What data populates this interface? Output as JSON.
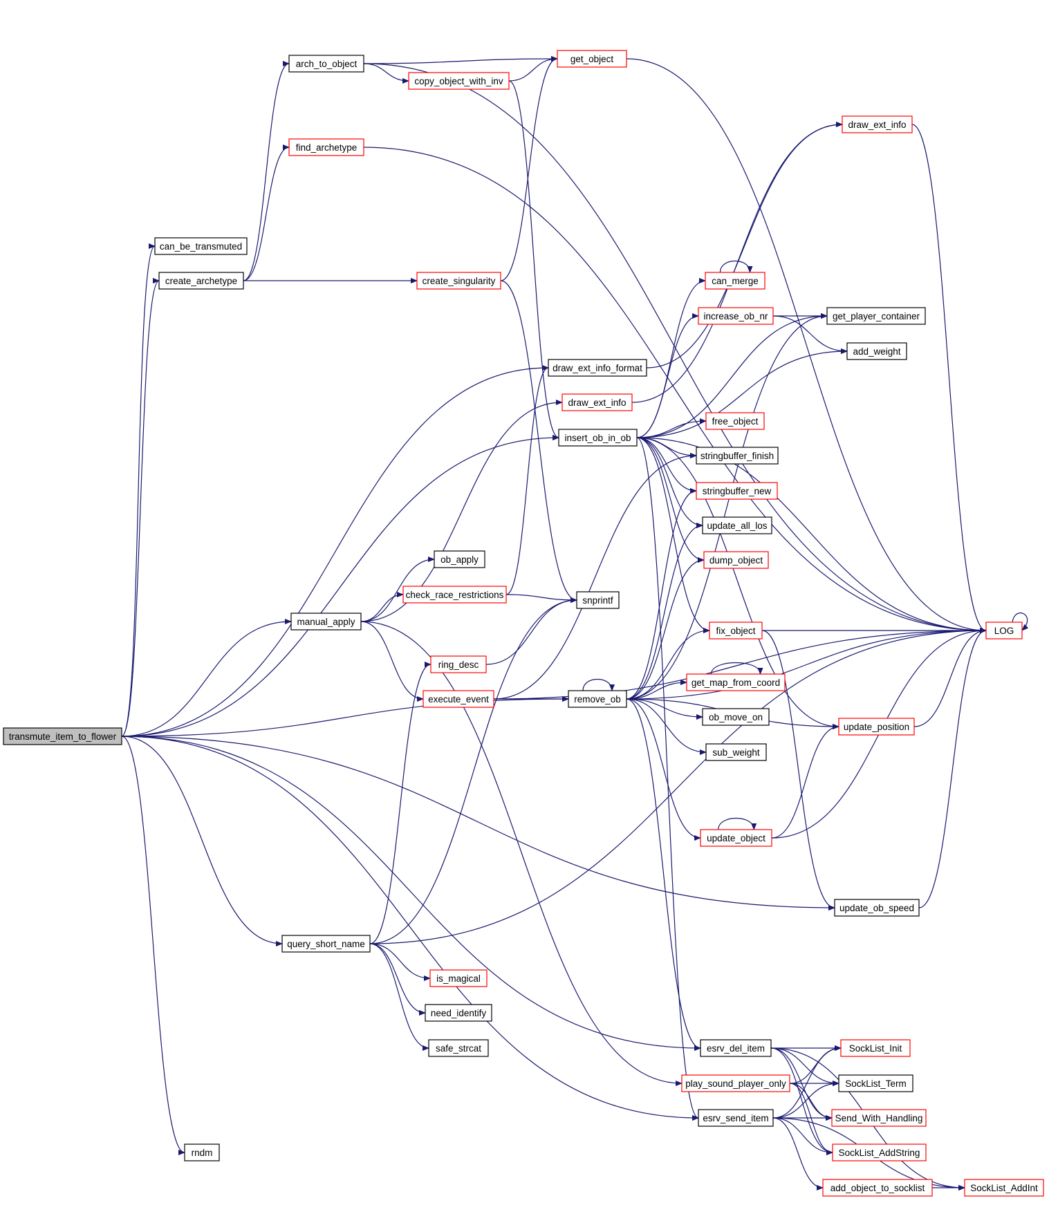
{
  "title": "transmute_item_to_flower call graph",
  "colors": {
    "edge": "#191970",
    "root_fill": "#bfbfbf",
    "border_normal": "#000000",
    "border_truncated": "#ff0000"
  },
  "nodes": [
    {
      "id": "transmute_item_to_flower",
      "label": "transmute_item_to_flower",
      "style": "root"
    },
    {
      "id": "can_be_transmuted",
      "label": "can_be_transmuted",
      "style": "normal"
    },
    {
      "id": "create_archetype",
      "label": "create_archetype",
      "style": "normal"
    },
    {
      "id": "arch_to_object",
      "label": "arch_to_object",
      "style": "normal"
    },
    {
      "id": "find_archetype",
      "label": "find_archetype",
      "style": "truncated"
    },
    {
      "id": "copy_object_with_inv",
      "label": "copy_object_with_inv",
      "style": "truncated"
    },
    {
      "id": "get_object",
      "label": "get_object",
      "style": "truncated"
    },
    {
      "id": "create_singularity",
      "label": "create_singularity",
      "style": "truncated"
    },
    {
      "id": "draw_ext_info_format",
      "label": "draw_ext_info_format",
      "style": "normal"
    },
    {
      "id": "draw_ext_info_mid",
      "label": "draw_ext_info",
      "style": "truncated"
    },
    {
      "id": "draw_ext_info_top",
      "label": "draw_ext_info",
      "style": "truncated"
    },
    {
      "id": "insert_ob_in_ob",
      "label": "insert_ob_in_ob",
      "style": "normal"
    },
    {
      "id": "ob_apply",
      "label": "ob_apply",
      "style": "normal"
    },
    {
      "id": "check_race_restrictions",
      "label": "check_race_restrictions",
      "style": "truncated"
    },
    {
      "id": "snprintf",
      "label": "snprintf",
      "style": "normal"
    },
    {
      "id": "manual_apply",
      "label": "manual_apply",
      "style": "normal"
    },
    {
      "id": "ring_desc",
      "label": "ring_desc",
      "style": "truncated"
    },
    {
      "id": "execute_event",
      "label": "execute_event",
      "style": "truncated"
    },
    {
      "id": "remove_ob",
      "label": "remove_ob",
      "style": "normal"
    },
    {
      "id": "can_merge",
      "label": "can_merge",
      "style": "truncated"
    },
    {
      "id": "increase_ob_nr",
      "label": "increase_ob_nr",
      "style": "truncated"
    },
    {
      "id": "get_player_container",
      "label": "get_player_container",
      "style": "normal"
    },
    {
      "id": "add_weight",
      "label": "add_weight",
      "style": "normal"
    },
    {
      "id": "free_object",
      "label": "free_object",
      "style": "truncated"
    },
    {
      "id": "stringbuffer_finish",
      "label": "stringbuffer_finish",
      "style": "normal"
    },
    {
      "id": "stringbuffer_new",
      "label": "stringbuffer_new",
      "style": "truncated"
    },
    {
      "id": "update_all_los",
      "label": "update_all_los",
      "style": "normal"
    },
    {
      "id": "dump_object",
      "label": "dump_object",
      "style": "truncated"
    },
    {
      "id": "fix_object",
      "label": "fix_object",
      "style": "truncated"
    },
    {
      "id": "LOG",
      "label": "LOG",
      "style": "truncated"
    },
    {
      "id": "get_map_from_coord",
      "label": "get_map_from_coord",
      "style": "truncated"
    },
    {
      "id": "ob_move_on",
      "label": "ob_move_on",
      "style": "normal"
    },
    {
      "id": "sub_weight",
      "label": "sub_weight",
      "style": "normal"
    },
    {
      "id": "update_position",
      "label": "update_position",
      "style": "truncated"
    },
    {
      "id": "update_object",
      "label": "update_object",
      "style": "truncated"
    },
    {
      "id": "update_ob_speed",
      "label": "update_ob_speed",
      "style": "normal"
    },
    {
      "id": "query_short_name",
      "label": "query_short_name",
      "style": "normal"
    },
    {
      "id": "is_magical",
      "label": "is_magical",
      "style": "truncated"
    },
    {
      "id": "need_identify",
      "label": "need_identify",
      "style": "normal"
    },
    {
      "id": "safe_strcat",
      "label": "safe_strcat",
      "style": "normal"
    },
    {
      "id": "esrv_del_item",
      "label": "esrv_del_item",
      "style": "normal"
    },
    {
      "id": "play_sound_player_only",
      "label": "play_sound_player_only",
      "style": "truncated"
    },
    {
      "id": "esrv_send_item",
      "label": "esrv_send_item",
      "style": "normal"
    },
    {
      "id": "SockList_Init",
      "label": "SockList_Init",
      "style": "truncated"
    },
    {
      "id": "SockList_Term",
      "label": "SockList_Term",
      "style": "normal"
    },
    {
      "id": "Send_With_Handling",
      "label": "Send_With_Handling",
      "style": "truncated"
    },
    {
      "id": "SockList_AddString",
      "label": "SockList_AddString",
      "style": "truncated"
    },
    {
      "id": "add_object_to_socklist",
      "label": "add_object_to_socklist",
      "style": "truncated"
    },
    {
      "id": "SockList_AddInt",
      "label": "SockList_AddInt",
      "style": "truncated"
    },
    {
      "id": "rndm",
      "label": "rndm",
      "style": "normal"
    }
  ],
  "edges": [
    {
      "from": "transmute_item_to_flower",
      "to": "can_be_transmuted"
    },
    {
      "from": "transmute_item_to_flower",
      "to": "create_archetype"
    },
    {
      "from": "transmute_item_to_flower",
      "to": "draw_ext_info_format"
    },
    {
      "from": "transmute_item_to_flower",
      "to": "insert_ob_in_ob"
    },
    {
      "from": "transmute_item_to_flower",
      "to": "manual_apply"
    },
    {
      "from": "transmute_item_to_flower",
      "to": "remove_ob"
    },
    {
      "from": "transmute_item_to_flower",
      "to": "update_ob_speed"
    },
    {
      "from": "transmute_item_to_flower",
      "to": "query_short_name"
    },
    {
      "from": "transmute_item_to_flower",
      "to": "esrv_del_item"
    },
    {
      "from": "transmute_item_to_flower",
      "to": "esrv_send_item"
    },
    {
      "from": "transmute_item_to_flower",
      "to": "rndm"
    },
    {
      "from": "create_archetype",
      "to": "arch_to_object"
    },
    {
      "from": "create_archetype",
      "to": "find_archetype"
    },
    {
      "from": "create_archetype",
      "to": "create_singularity"
    },
    {
      "from": "arch_to_object",
      "to": "get_object"
    },
    {
      "from": "arch_to_object",
      "to": "copy_object_with_inv"
    },
    {
      "from": "arch_to_object",
      "to": "LOG"
    },
    {
      "from": "copy_object_with_inv",
      "to": "get_object"
    },
    {
      "from": "copy_object_with_inv",
      "to": "insert_ob_in_ob"
    },
    {
      "from": "get_object",
      "to": "LOG"
    },
    {
      "from": "find_archetype",
      "to": "LOG"
    },
    {
      "from": "create_singularity",
      "to": "get_object"
    },
    {
      "from": "create_singularity",
      "to": "snprintf"
    },
    {
      "from": "draw_ext_info_format",
      "to": "draw_ext_info_top"
    },
    {
      "from": "draw_ext_info_top",
      "to": "LOG"
    },
    {
      "from": "manual_apply",
      "to": "ob_apply"
    },
    {
      "from": "manual_apply",
      "to": "check_race_restrictions"
    },
    {
      "from": "manual_apply",
      "to": "draw_ext_info_mid"
    },
    {
      "from": "manual_apply",
      "to": "execute_event"
    },
    {
      "from": "manual_apply",
      "to": "play_sound_player_only"
    },
    {
      "from": "check_race_restrictions",
      "to": "snprintf"
    },
    {
      "from": "check_race_restrictions",
      "to": "draw_ext_info_format"
    },
    {
      "from": "ring_desc",
      "to": "snprintf"
    },
    {
      "from": "execute_event",
      "to": "remove_ob"
    },
    {
      "from": "execute_event",
      "to": "LOG"
    },
    {
      "from": "execute_event",
      "to": "stringbuffer_finish"
    },
    {
      "from": "draw_ext_info_mid",
      "to": "draw_ext_info_top"
    },
    {
      "from": "insert_ob_in_ob",
      "to": "can_merge"
    },
    {
      "from": "insert_ob_in_ob",
      "to": "increase_ob_nr"
    },
    {
      "from": "insert_ob_in_ob",
      "to": "get_player_container"
    },
    {
      "from": "insert_ob_in_ob",
      "to": "add_weight"
    },
    {
      "from": "insert_ob_in_ob",
      "to": "free_object"
    },
    {
      "from": "insert_ob_in_ob",
      "to": "stringbuffer_finish"
    },
    {
      "from": "insert_ob_in_ob",
      "to": "stringbuffer_new"
    },
    {
      "from": "insert_ob_in_ob",
      "to": "update_all_los"
    },
    {
      "from": "insert_ob_in_ob",
      "to": "dump_object"
    },
    {
      "from": "insert_ob_in_ob",
      "to": "fix_object"
    },
    {
      "from": "insert_ob_in_ob",
      "to": "LOG"
    },
    {
      "from": "insert_ob_in_ob",
      "to": "update_position"
    },
    {
      "from": "insert_ob_in_ob",
      "to": "esrv_send_item"
    },
    {
      "from": "can_merge",
      "to": "can_merge"
    },
    {
      "from": "increase_ob_nr",
      "to": "get_player_container"
    },
    {
      "from": "increase_ob_nr",
      "to": "add_weight"
    },
    {
      "from": "remove_ob",
      "to": "remove_ob"
    },
    {
      "from": "remove_ob",
      "to": "get_player_container"
    },
    {
      "from": "remove_ob",
      "to": "stringbuffer_new"
    },
    {
      "from": "remove_ob",
      "to": "update_all_los"
    },
    {
      "from": "remove_ob",
      "to": "dump_object"
    },
    {
      "from": "remove_ob",
      "to": "fix_object"
    },
    {
      "from": "remove_ob",
      "to": "get_map_from_coord"
    },
    {
      "from": "remove_ob",
      "to": "ob_move_on"
    },
    {
      "from": "remove_ob",
      "to": "sub_weight"
    },
    {
      "from": "remove_ob",
      "to": "update_position"
    },
    {
      "from": "remove_ob",
      "to": "update_object"
    },
    {
      "from": "remove_ob",
      "to": "LOG"
    },
    {
      "from": "remove_ob",
      "to": "esrv_del_item"
    },
    {
      "from": "fix_object",
      "to": "LOG"
    },
    {
      "from": "fix_object",
      "to": "update_ob_speed"
    },
    {
      "from": "LOG",
      "to": "LOG"
    },
    {
      "from": "get_map_from_coord",
      "to": "get_map_from_coord"
    },
    {
      "from": "update_position",
      "to": "LOG"
    },
    {
      "from": "update_object",
      "to": "update_object"
    },
    {
      "from": "update_object",
      "to": "update_position"
    },
    {
      "from": "update_object",
      "to": "LOG"
    },
    {
      "from": "update_ob_speed",
      "to": "LOG"
    },
    {
      "from": "query_short_name",
      "to": "snprintf"
    },
    {
      "from": "query_short_name",
      "to": "ring_desc"
    },
    {
      "from": "query_short_name",
      "to": "LOG"
    },
    {
      "from": "query_short_name",
      "to": "is_magical"
    },
    {
      "from": "query_short_name",
      "to": "need_identify"
    },
    {
      "from": "query_short_name",
      "to": "safe_strcat"
    },
    {
      "from": "esrv_del_item",
      "to": "SockList_Init"
    },
    {
      "from": "esrv_del_item",
      "to": "SockList_Term"
    },
    {
      "from": "esrv_del_item",
      "to": "Send_With_Handling"
    },
    {
      "from": "esrv_del_item",
      "to": "SockList_AddString"
    },
    {
      "from": "esrv_del_item",
      "to": "SockList_AddInt"
    },
    {
      "from": "play_sound_player_only",
      "to": "SockList_Init"
    },
    {
      "from": "play_sound_player_only",
      "to": "SockList_Term"
    },
    {
      "from": "play_sound_player_only",
      "to": "Send_With_Handling"
    },
    {
      "from": "play_sound_player_only",
      "to": "SockList_AddString"
    },
    {
      "from": "esrv_send_item",
      "to": "SockList_Init"
    },
    {
      "from": "esrv_send_item",
      "to": "SockList_Term"
    },
    {
      "from": "esrv_send_item",
      "to": "Send_With_Handling"
    },
    {
      "from": "esrv_send_item",
      "to": "SockList_AddString"
    },
    {
      "from": "esrv_send_item",
      "to": "add_object_to_socklist"
    },
    {
      "from": "esrv_send_item",
      "to": "SockList_AddInt"
    },
    {
      "from": "add_object_to_socklist",
      "to": "SockList_AddInt"
    }
  ]
}
